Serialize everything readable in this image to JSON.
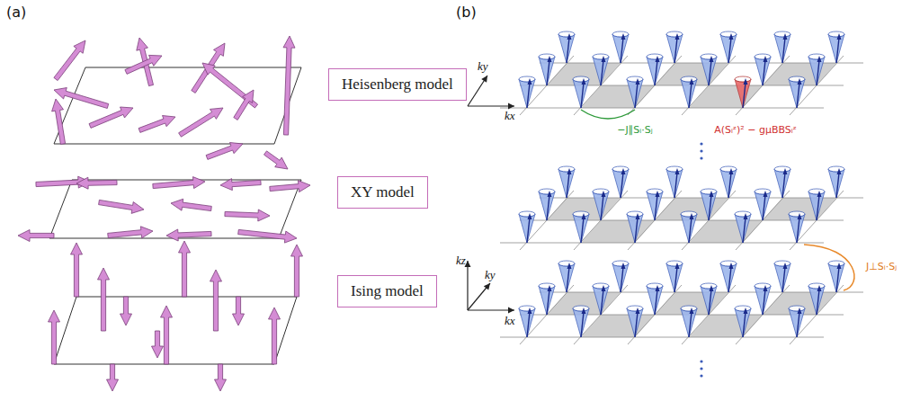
{
  "diagram": {
    "nodes": [
      {
        "text": [
          "Heisenberg model"
        ]
      },
      {
        "text": [
          "XY model"
        ]
      },
      {
        "text": [
          "Ising model"
        ]
      }
    ],
    "labels": [
      "(a)",
      "(b)",
      "ky",
      "kx",
      "−J∥Sᵢ·Sⱼ",
      "A(Sᵢᶻ)² − gμBBSᵢᶻ",
      "kz",
      "ky",
      "kx",
      "J⊥Sᵢ·Sⱼ"
    ]
  }
}
